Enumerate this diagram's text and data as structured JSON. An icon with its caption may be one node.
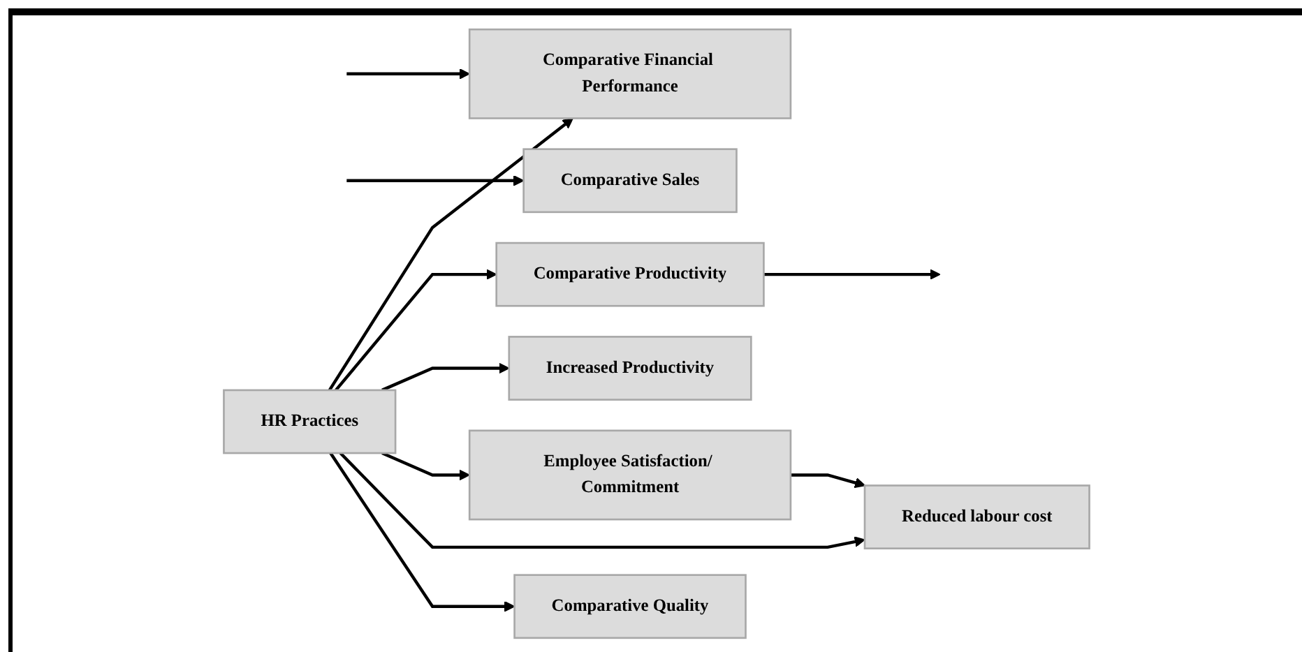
{
  "diagram": {
    "nodes": [
      {
        "text": [
          "HR Practices"
        ]
      },
      {
        "text": [
          "Comparative Financial Performance"
        ]
      },
      {
        "text": [
          "Comparative Productivity"
        ]
      },
      {
        "text": [
          "Comparative Sales"
        ]
      },
      {
        "text": [
          "Increased Productivity"
        ]
      },
      {
        "text": [
          "Employee Satisfaction/ Commitment"
        ]
      },
      {
        "text": [
          "Reduced labour cost"
        ]
      },
      {
        "text": [
          "Comparative Quality"
        ]
      }
    ],
    "edges": [
      {
        "from": 0,
        "to": 1,
        "arrow": "to"
      },
      {
        "from": null,
        "to": 1,
        "arrow": "to"
      },
      {
        "from": 0,
        "to": 2,
        "arrow": "to"
      },
      {
        "from": 2,
        "to": null,
        "arrow": "to"
      },
      {
        "from": null,
        "to": 3,
        "arrow": "to"
      },
      {
        "from": 0,
        "to": 4,
        "arrow": "to"
      },
      {
        "from": 0,
        "to": 5,
        "arrow": "to"
      },
      {
        "from": 5,
        "to": 6,
        "arrow": "to"
      },
      {
        "from": 0,
        "to": 6,
        "arrow": "to"
      },
      {
        "from": 0,
        "to": 7,
        "arrow": "to"
      }
    ]
  }
}
